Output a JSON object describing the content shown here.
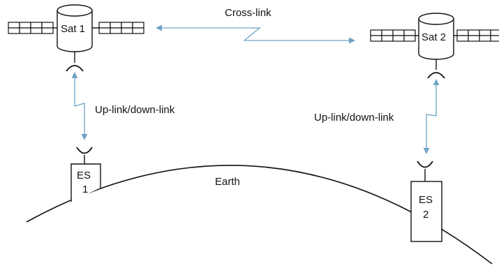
{
  "diagram": {
    "satellites": [
      {
        "label": "Sat 1"
      },
      {
        "label": "Sat 2"
      }
    ],
    "earth_stations": [
      {
        "line1": "ES",
        "line2": "1"
      },
      {
        "line1": "ES",
        "line2": "2"
      }
    ],
    "labels": {
      "cross_link": "Cross-link",
      "uplink_left": "Up-link/down-link",
      "uplink_right": "Up-link/down-link",
      "earth": "Earth"
    },
    "colors": {
      "link": "#6fa3c4",
      "outline": "#111111"
    },
    "icons": [
      "satellite-icon",
      "dish-icon",
      "arrowhead-icon"
    ]
  }
}
